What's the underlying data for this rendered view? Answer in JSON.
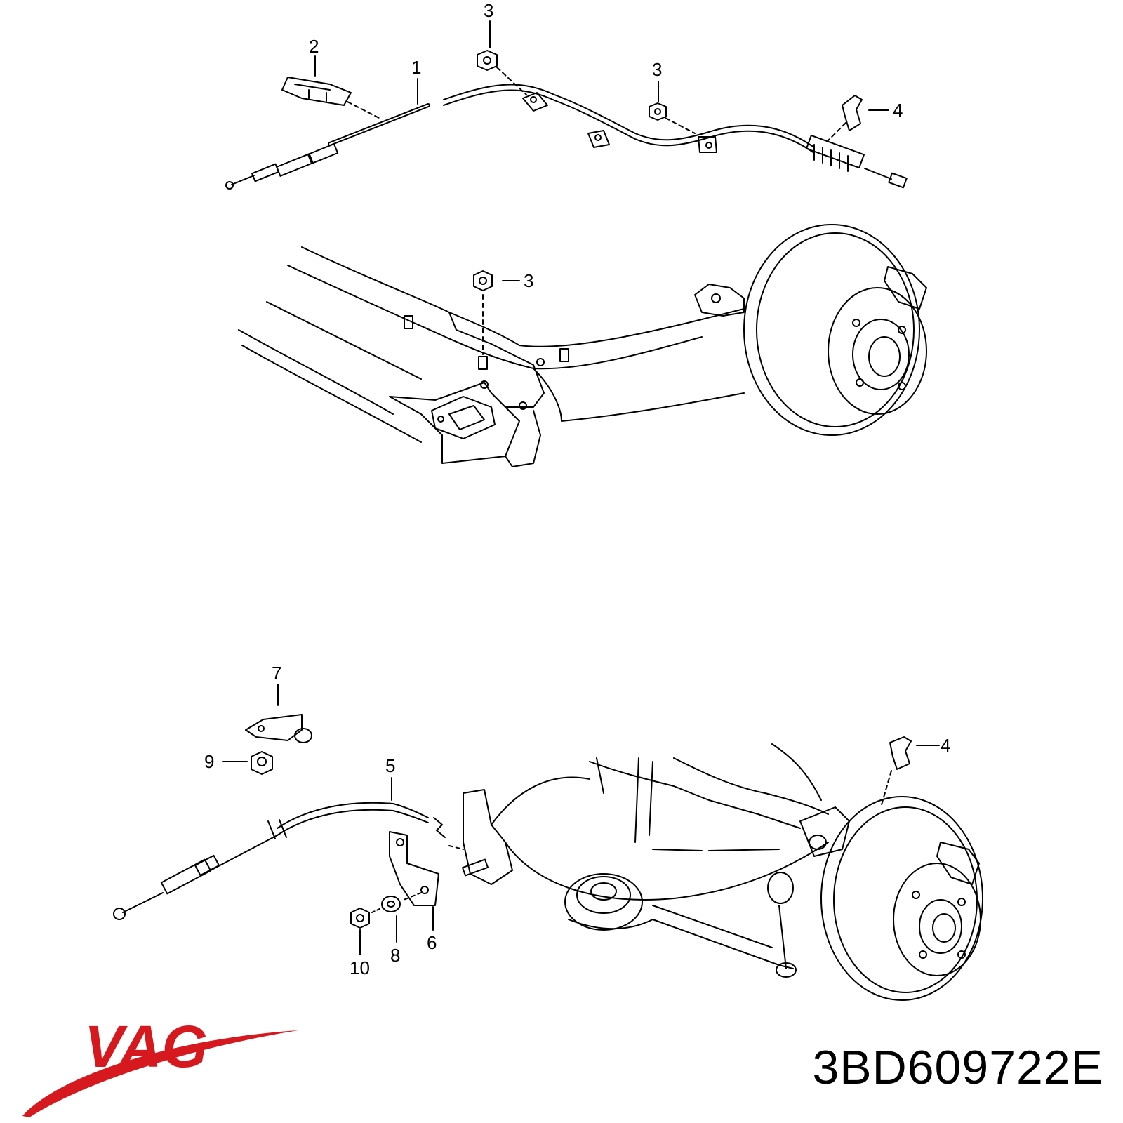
{
  "diagram": {
    "top_callouts": [
      "1",
      "2",
      "3",
      "3",
      "4"
    ],
    "axle_callout": "3",
    "bottom_callouts": [
      "4",
      "5",
      "6",
      "7",
      "8",
      "9",
      "10"
    ]
  },
  "brand": {
    "logo_text": "VAG",
    "logo_color": "#d5191f"
  },
  "part_number": "3BD609722E"
}
